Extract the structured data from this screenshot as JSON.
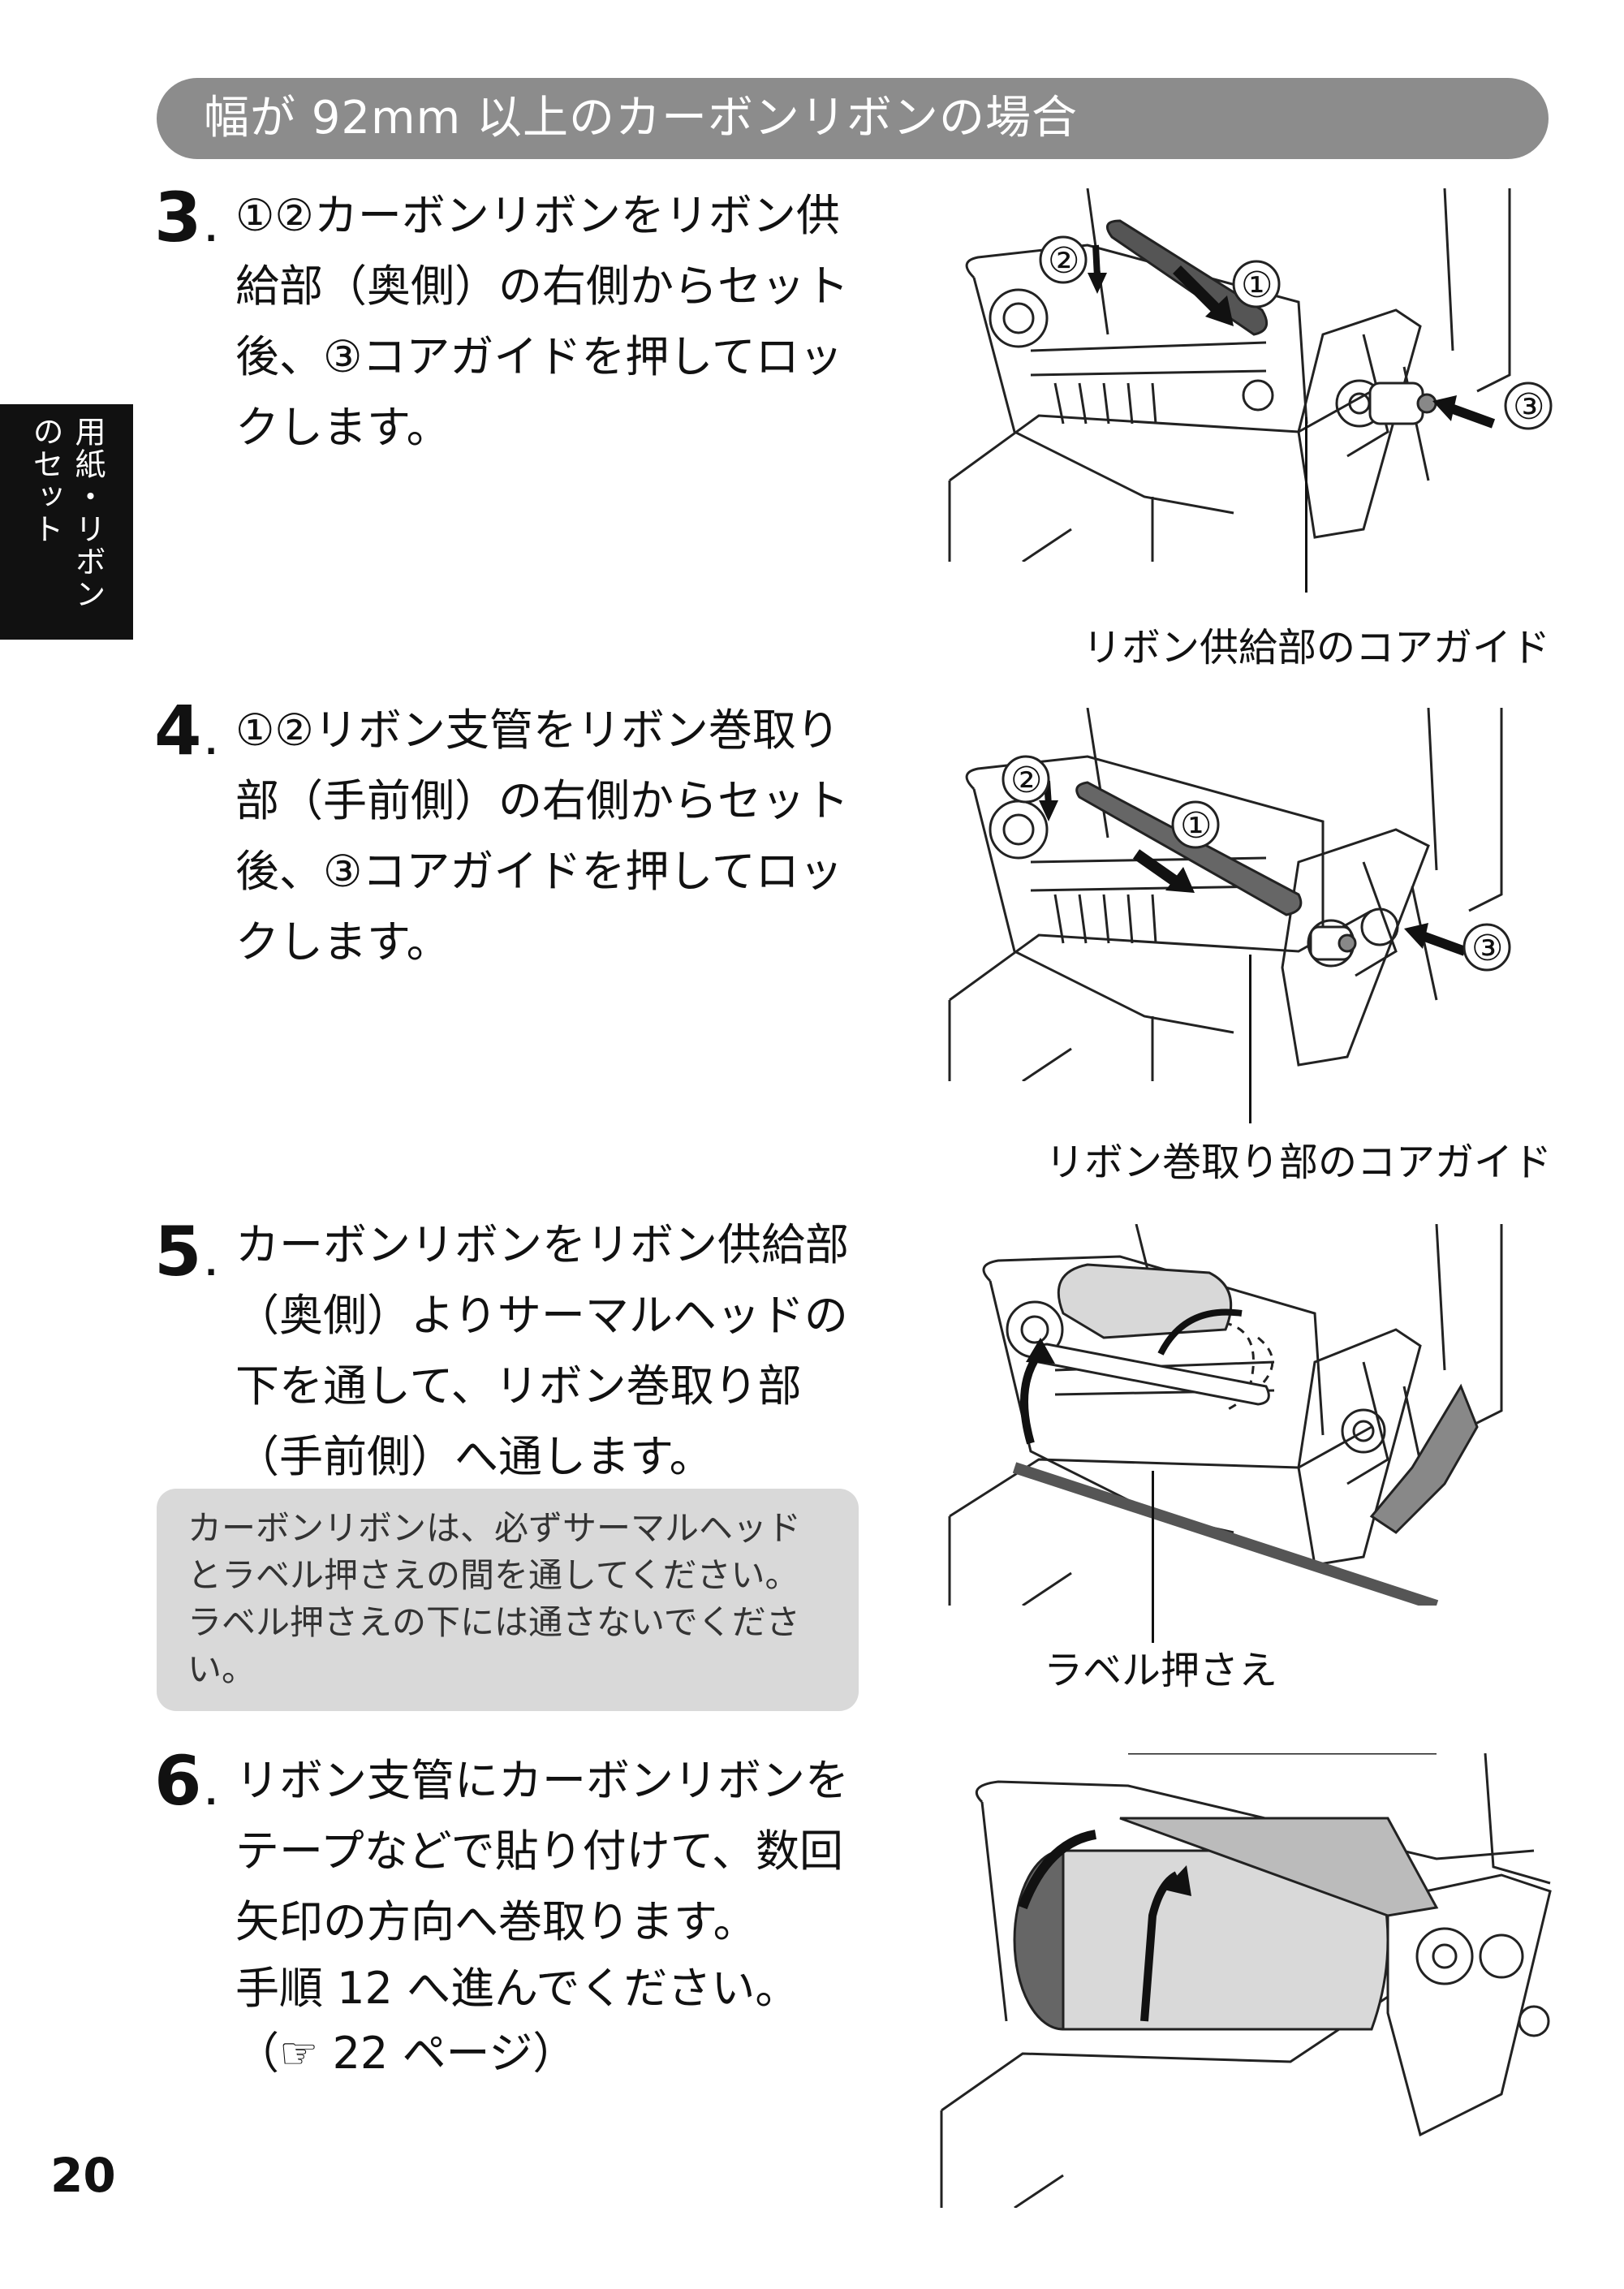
{
  "header": {
    "banner_title": "幅が 92mm 以上のカーボンリボンの場合",
    "side_tab_line1": "用紙・リボン",
    "side_tab_line2": "のセット"
  },
  "steps": [
    {
      "number": "3",
      "text": "①②カーボンリボンをリボン供給部（奥側）の右側からセット後、③コアガイドを押してロックします。"
    },
    {
      "number": "4",
      "text": "①②リボン支管をリボン巻取り部（手前側）の右側からセット後、③コアガイドを押してロックします。"
    },
    {
      "number": "5",
      "text": "カーボンリボンをリボン供給部（奥側）よりサーマルヘッドの下を通して、リボン巻取り部（手前側）へ通します。"
    },
    {
      "number": "6",
      "text": "リボン支管にカーボンリボンをテープなどで貼り付けて、数回矢印の方向へ巻取ります。"
    }
  ],
  "note": "カーボンリボンは、必ずサーマルヘッドとラベル押さえの間を通してください。ラベル押さえの下には通さないでください。",
  "continue_text": "手順 12 へ進んでください。",
  "continue_ref": "（☞ 22 ページ）",
  "figures": {
    "fig3": {
      "caption": "リボン供給部のコアガイド",
      "m1": "①",
      "m2": "②",
      "m3": "③"
    },
    "fig4": {
      "caption": "リボン巻取り部のコアガイド",
      "m1": "①",
      "m2": "②",
      "m3": "③"
    },
    "fig5": {
      "caption": "ラベル押さえ"
    }
  },
  "page_number": "20"
}
